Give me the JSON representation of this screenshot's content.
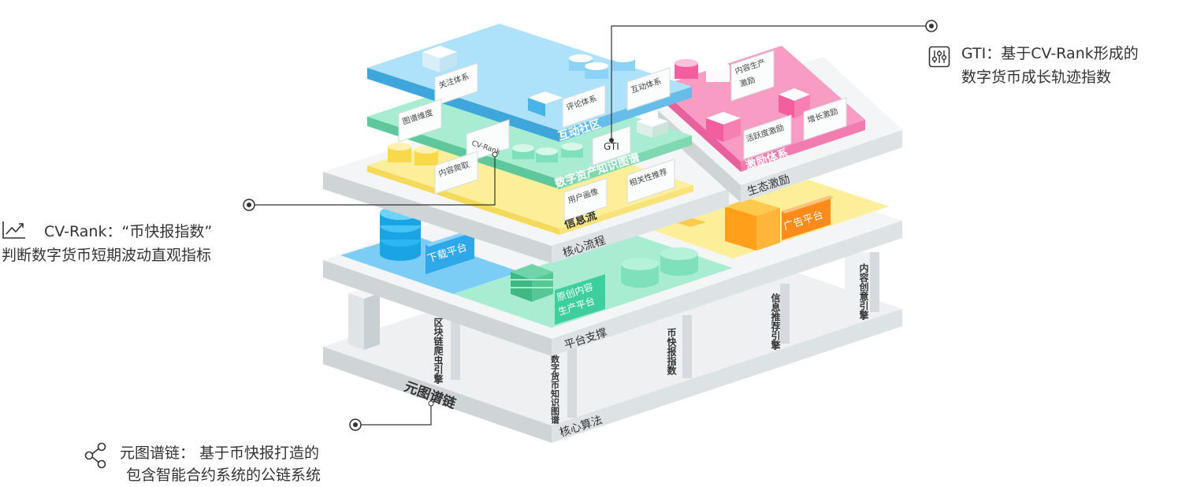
{
  "layers": {
    "core_algorithm": "核心算法",
    "platform_support": "平台支撑",
    "core_process": "核心流程",
    "ecosystem_incentive": "生态激励"
  },
  "panels": {
    "chain": "元图谱链",
    "download_platform": "下载平台",
    "original_content_1": "原创内容",
    "original_content_2": "生产平台",
    "ad_platform": "广告平台",
    "info_flow": "信息流",
    "knowledge_graph": "数字资产知识图谱",
    "community": "互动社区",
    "incentive": "激励体系"
  },
  "pillars": [
    "区块链爬虫引擎",
    "数字货币知识图谱",
    "币快报指数",
    "信息推荐引擎",
    "内容创意引擎"
  ],
  "tags": {
    "follow": "关注体系",
    "comment": "评论体系",
    "interact": "互动体系",
    "graph_dim": "图谱维度",
    "cvrank": "CV-Rank",
    "gti": "GTI",
    "crawl": "内容爬取",
    "user_profile": "用户画像",
    "relevance": "相关性推荐",
    "content_prod_1": "内容生产",
    "content_prod_2": "激励",
    "activity": "活跃度激励",
    "growth": "增长激励"
  },
  "callouts": {
    "gti_line1": "GTI：基于CV-Rank形成的",
    "gti_line2": "数字货币成长轨迹指数",
    "cvrank_line1": "CV-Rank：“币快报指数”",
    "cvrank_line2": "判断数字货币短期波动直观指标",
    "chain_line1": "元图谱链：  基于币快报打造的",
    "chain_line2": "包含智能合约系统的公链系统"
  },
  "colors": {
    "slab": "#e4e7e8",
    "slab_side": "#c9cfd1",
    "blue": "#5cc4f2",
    "green": "#7fe0bc",
    "yellow": "#fdec8a",
    "orange": "#ffb13d",
    "pink": "#f57fb0",
    "teal": "#6fcfa8"
  }
}
